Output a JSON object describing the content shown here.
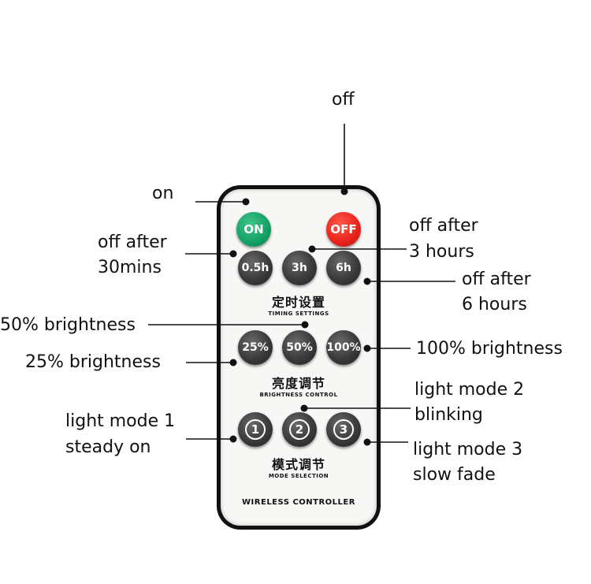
{
  "callouts": {
    "off": "off",
    "on": "on",
    "off_30_line1": "off after",
    "off_30_line2": "30mins",
    "off_3h_line1": "off after",
    "off_3h_line2": "3 hours",
    "off_6h_line1": "off after",
    "off_6h_line2": "6 hours",
    "brightness_50": "50% brightness",
    "brightness_25": "25% brightness",
    "brightness_100": "100% brightness",
    "mode2_line1": "light mode 2",
    "mode2_line2": "blinking",
    "mode1_line1": "light mode 1",
    "mode1_line2": "steady on",
    "mode3_line1": "light mode 3",
    "mode3_line2": "slow fade"
  },
  "remote": {
    "on_label": "ON",
    "off_label": "OFF",
    "timer_buttons": [
      "0.5h",
      "3h",
      "6h"
    ],
    "timing_cn": "定时设置",
    "timing_en": "TIMING SETTINGS",
    "brightness_buttons": [
      "25%",
      "50%",
      "100%"
    ],
    "brightness_cn": "亮度调节",
    "brightness_en": "BRIGHTNESS CONTROL",
    "mode_buttons": [
      "1",
      "2",
      "3"
    ],
    "mode_cn": "模式调节",
    "mode_en": "MODE SELECTION",
    "footer": "WIRELESS CONTROLLER"
  },
  "colors": {
    "on_button": "#15a064",
    "off_button": "#e8221b",
    "dark_button": "#3a3a3a",
    "remote_body": "#111111"
  }
}
